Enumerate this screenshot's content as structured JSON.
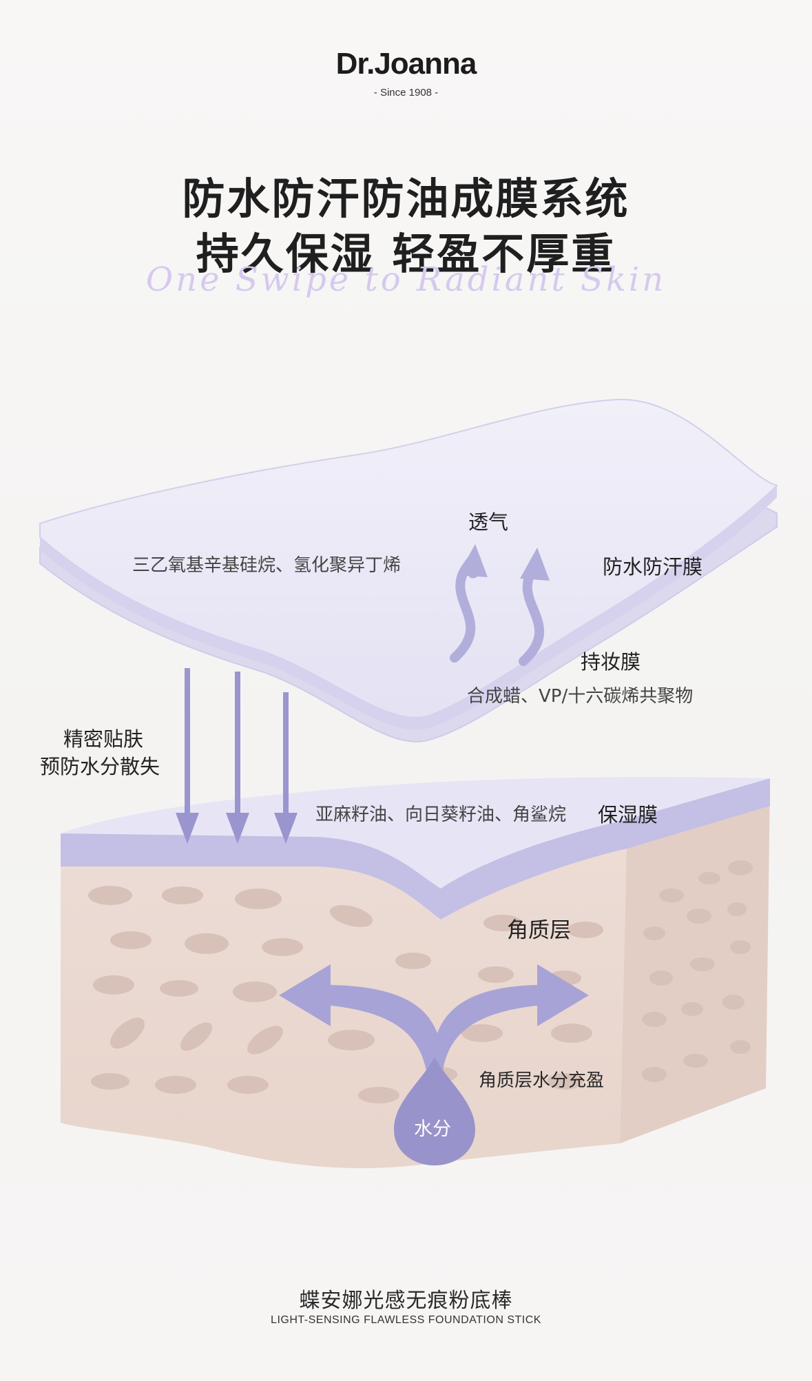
{
  "brand": {
    "name": "Dr.Joanna",
    "since": "- Since 1908 -"
  },
  "headline": {
    "line1": "防水防汗防油成膜系统",
    "line2": "持久保湿  轻盈不厚重",
    "script": "One Swipe to Radiant Skin"
  },
  "diagram": {
    "breathable": "透气",
    "top_film_ingredients": "三乙氧基辛基硅烷、氢化聚异丁烯",
    "waterproof_film": "防水防汗膜",
    "makeup_film": "持妆膜",
    "makeup_film_ingredients": "合成蜡、VP/十六碳烯共聚物",
    "left_note_line1": "精密贴肤",
    "left_note_line2": "预防水分散失",
    "moist_film_ingredients": "亚麻籽油、向日葵籽油、角鲨烷",
    "moist_film": "保湿膜",
    "stratum": "角质层",
    "stratum_full": "角质层水分充盈",
    "water": "水分"
  },
  "colors": {
    "film": "#e9e7f6",
    "film_edge": "#cfcbe9",
    "moist_layer": "#c1bde4",
    "skin": "#ead8d0",
    "skin_side": "#e3cfc6",
    "cell": "#d9c3bb",
    "arrow": "#a8a3d6"
  },
  "footer": {
    "product_cn": "蝶安娜光感无痕粉底棒",
    "product_en": "LIGHT-SENSING FLAWLESS FOUNDATION STICK"
  }
}
